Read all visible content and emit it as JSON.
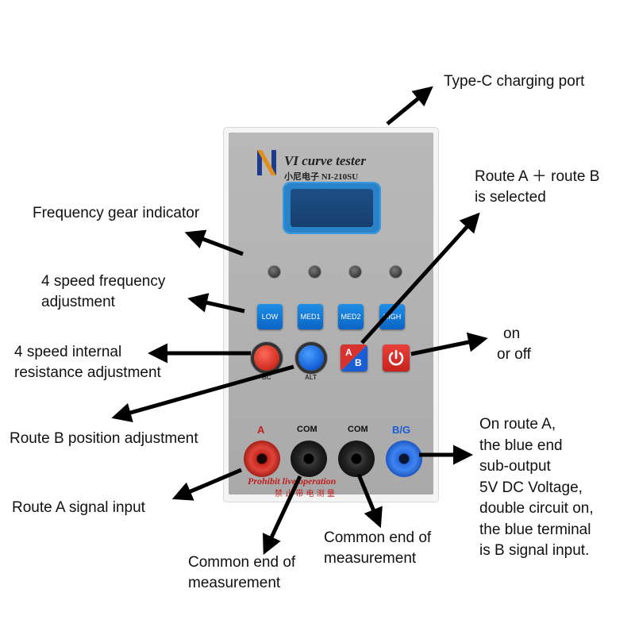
{
  "device": {
    "title": "VI curve tester",
    "subtitle": "小尼电子 NI-210SU",
    "frequency_buttons": [
      "LOW",
      "MED1",
      "MED2",
      "HIGH"
    ],
    "knob_labels": [
      "BC",
      "ALT"
    ],
    "route_button": {
      "top": "A",
      "bottom": "B"
    },
    "terminal_labels": [
      "A",
      "COM",
      "COM",
      "B/G"
    ],
    "warning_text": "Prohibit live operation",
    "warning_text_cn": "禁 止 带 电 测 量",
    "colors": {
      "button_blue": "#0b64c4",
      "red_button": "#d8322e",
      "terminal_red": "#c21e1e",
      "terminal_blue": "#1a5ed6"
    }
  },
  "labels": {
    "type_c": [
      "Type-C charging port"
    ],
    "route_ab": [
      "Route A ＋ route B",
      "is selected"
    ],
    "freq_indicator": [
      "Frequency gear indicator"
    ],
    "freq_adjust": [
      "4 speed frequency",
      "adjustment"
    ],
    "on_off": [
      "on",
      "or off"
    ],
    "resistance": [
      "4 speed internal",
      "resistance adjustment"
    ],
    "route_b_pos": [
      "Route B position adjustment"
    ],
    "route_a_out": [
      "On route A,",
      "the blue end",
      "sub-output",
      "5V DC Voltage,",
      "double circuit on,",
      "the blue terminal",
      "is B signal  input."
    ],
    "route_a_in": [
      "Route A signal input"
    ],
    "common1": [
      "Common end of",
      "measurement"
    ],
    "common2": [
      "Common end of",
      "measurement"
    ]
  }
}
